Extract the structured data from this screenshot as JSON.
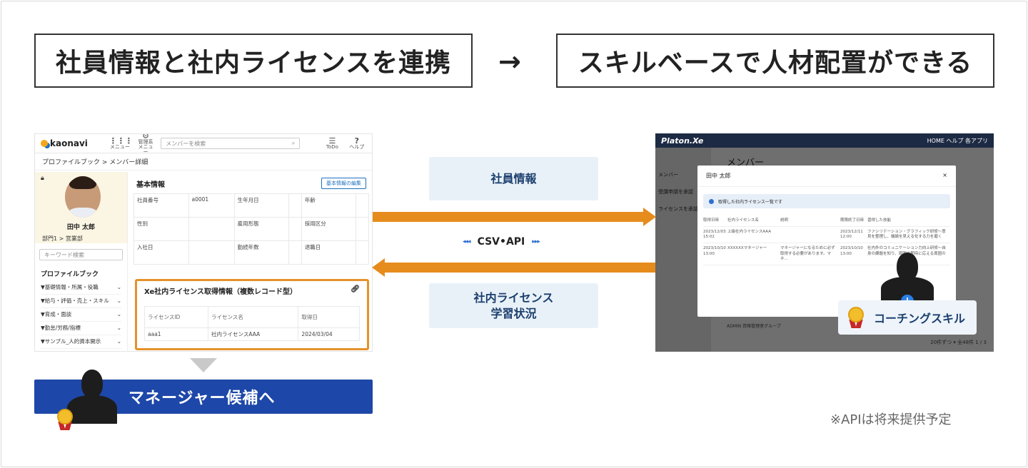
{
  "header": {
    "left_title": "社員情報と社内ライセンスを連携",
    "arrow": "→",
    "right_title": "スキルベースで人材配置ができる"
  },
  "kaonavi": {
    "logo": "kaonavi",
    "menu1": "メニュー",
    "menu2": "管理系メニュー",
    "search_placeholder": "メンバーを検索",
    "todo": "ToDo",
    "help": "ヘルプ",
    "breadcrumb": "プロファイルブック > メンバー詳細",
    "person_name": "田中 太郎",
    "dept": "部門1 > 営業部",
    "keyword_placeholder": "キーワード検索",
    "profile_book": "プロファイルブック",
    "side_menu": [
      "▼基礎情報・所属・役職",
      "▼給与・評価・売上・スキル",
      "▼育成・面談",
      "▼勤怠/労務/指標",
      "▼サンプル_人的資本開示"
    ],
    "basic_title": "基本情報",
    "edit_label": "基本情報の編集",
    "basic_rows": [
      [
        "社員番号",
        "a0001",
        "生年月日",
        "",
        "年齢",
        ""
      ],
      [
        "性別",
        "",
        "雇用形態",
        "",
        "採用区分",
        ""
      ],
      [
        "入社日",
        "",
        "勤続年数",
        "",
        "退職日",
        ""
      ]
    ],
    "license_title": "Xe社内ライセンス取得情報（複数レコード型）",
    "license_headers": [
      "ライセンスID",
      "ライセンス名",
      "取得日"
    ],
    "license_rows": [
      [
        "aaa1",
        "社内ライセンスAAA",
        "2024/03/04"
      ]
    ]
  },
  "platon": {
    "brand": "Platon.Xe",
    "nav": "HOME  ヘルプ  各アプリ",
    "side": [
      "メンバー",
      "受講申請を承認",
      "ライセンスを承認"
    ],
    "page_title": "メンバー",
    "modal_name": "田中 太郎",
    "close": "×",
    "info": "取得した社内ライセンス一覧です",
    "table_head": [
      "取得日時",
      "社内ライセンス名",
      "説明",
      "期限終了日時",
      "習得した技能"
    ],
    "table_rows": [
      [
        "2023/12/03 15:02",
        "上級社内ライセンスAAA",
        "",
        "2023/12/11 12:00",
        "ファシリテーション・グラフィック研修～意見を整理し、議論を見える化する力を磨く"
      ],
      [
        "2023/10/10 13:00",
        "XXXXXXマネージャー",
        "マネージャーになるために必ず取得する必要があります。マネ...",
        "2023/10/10 13:00",
        "社内外のコミュニケーション力向上研修～自身の課題を知り、周囲の期待に応える周囲の"
      ]
    ],
    "admin_row": "ADMIN     資格管理者グループ",
    "pager": "20件ずつ ▾   全48件   1 / 3"
  },
  "middle": {
    "pill1": "社員情報",
    "csv": "CSV•API",
    "csv_left": "◂◂◂",
    "csv_right": "▸▸▸",
    "pill2_line1": "社内ライセンス",
    "pill2_line2": "学習状況"
  },
  "coaching": "コーチングスキル",
  "banner": "マネージャー候補へ",
  "note": "※APIは将来提供予定",
  "colors": {
    "orange": "#e68c1c",
    "navy": "#1d47a8",
    "pill": "#e9f1f8"
  }
}
